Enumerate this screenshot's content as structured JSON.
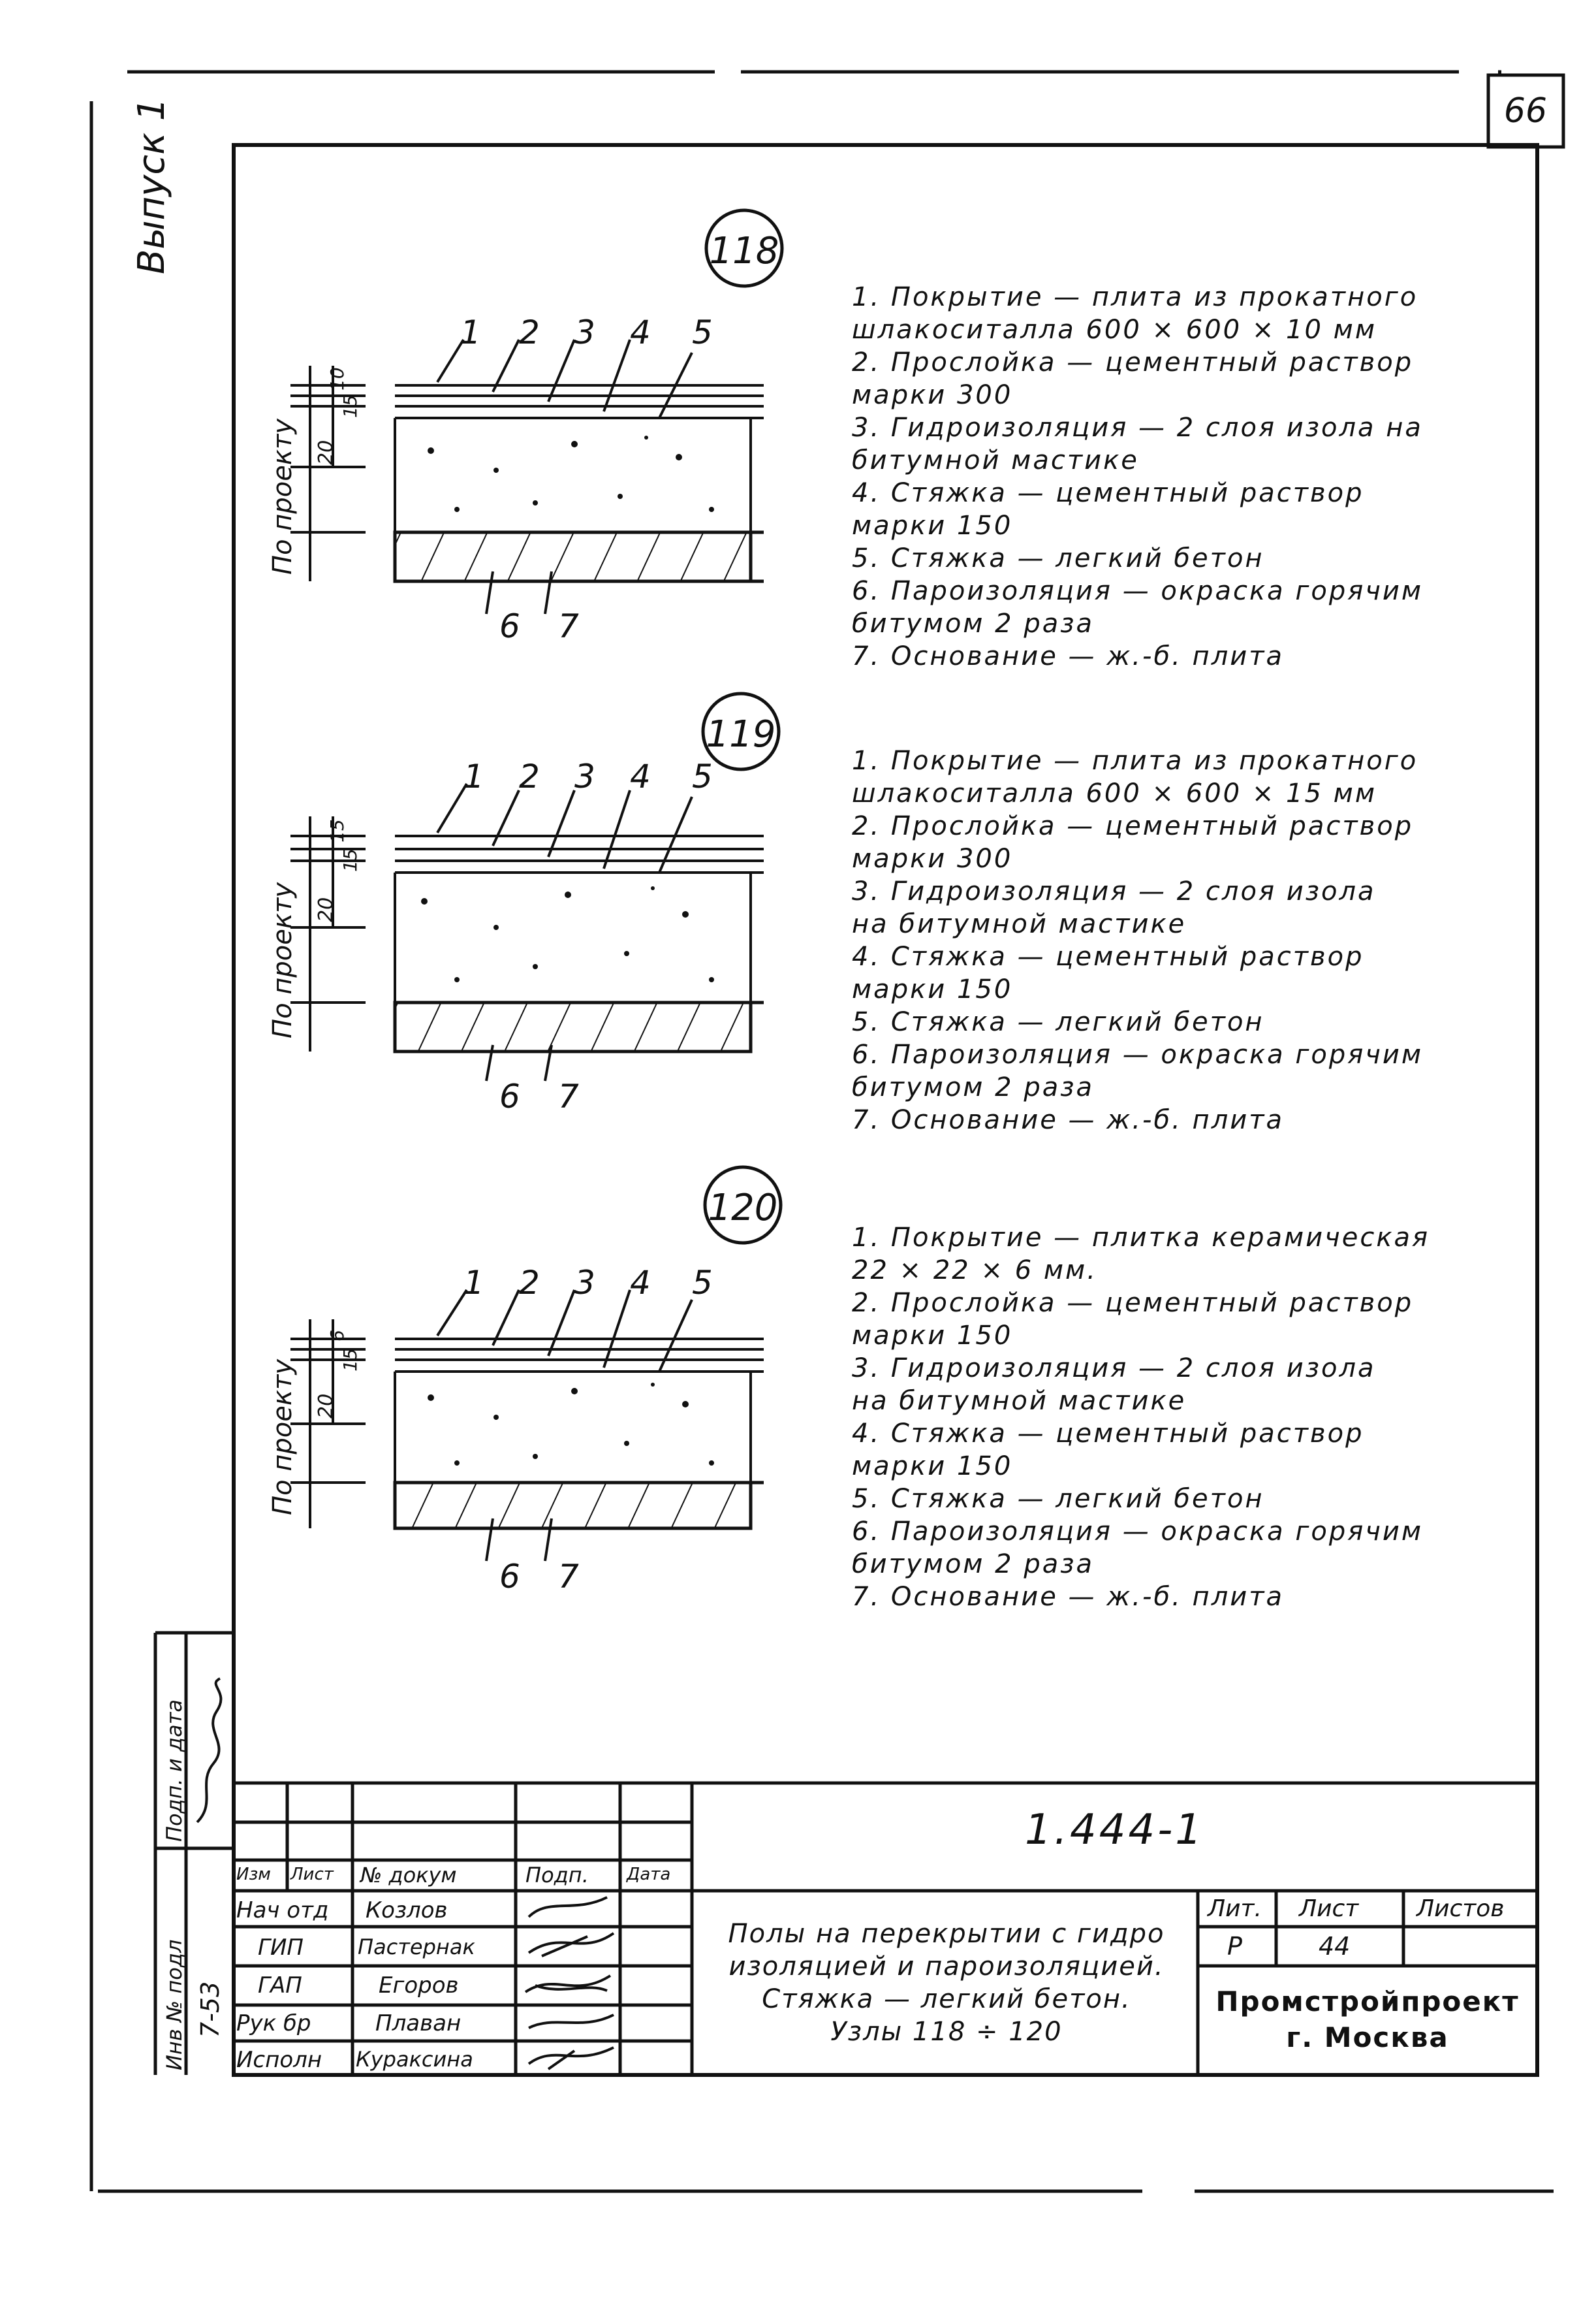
{
  "sheet": {
    "sheet_number": "66",
    "series": "Выпуск 1"
  },
  "details": [
    {
      "id": "118",
      "dims": {
        "side": "По проекту",
        "top": "10",
        "mid": "15",
        "bot": "20"
      },
      "layer_labels": [
        "1",
        "2",
        "3",
        "4",
        "5"
      ],
      "bottom_labels": [
        "6",
        "7"
      ],
      "notes": [
        "1.  Покрытие — плита из прокатного",
        "     шлакоситалла 600 × 600 × 10 мм",
        "2.  Прослойка — цементный раствор",
        "     марки 300",
        "3.  Гидроизоляция — 2 слоя изола на",
        "     битумной мастике",
        "4.  Стяжка — цементный раствор",
        "     марки 150",
        "5.  Стяжка — легкий бетон",
        "6.  Пароизоляция — окраска горячим",
        "     битумом 2 раза",
        "7.  Основание — ж.-б. плита"
      ]
    },
    {
      "id": "119",
      "dims": {
        "side": "По проекту",
        "top": "15",
        "mid": "15",
        "bot": "20"
      },
      "layer_labels": [
        "1",
        "2",
        "3",
        "4",
        "5"
      ],
      "bottom_labels": [
        "6",
        "7"
      ],
      "notes": [
        "1.  Покрытие — плита из прокатного",
        "     шлакоситалла 600 × 600 × 15 мм",
        "2.  Прослойка — цементный раствор",
        "     марки 300",
        "3.  Гидроизоляция — 2 слоя изола",
        "     на битумной мастике",
        "4.  Стяжка — цементный раствор",
        "     марки 150",
        "5.  Стяжка — легкий бетон",
        "6.  Пароизоляция — окраска горячим",
        "     битумом 2 раза",
        "7.  Основание — ж.-б. плита"
      ]
    },
    {
      "id": "120",
      "dims": {
        "side": "По проекту",
        "top": "6",
        "mid": "15",
        "bot": "20"
      },
      "layer_labels": [
        "1",
        "2",
        "3",
        "4",
        "5"
      ],
      "bottom_labels": [
        "6",
        "7"
      ],
      "notes": [
        "1.  Покрытие — плитка керамическая",
        "     22 × 22 × 6 мм.",
        "2.  Прослойка — цементный раствор",
        "     марки 150",
        "3.  Гидроизоляция — 2 слоя изола",
        "     на битумной мастике",
        "4.  Стяжка — цементный раствор",
        "     марки 150",
        "5.  Стяжка — легкий бетон",
        "6.  Пароизоляция — окраска горячим",
        "     битумом 2 раза",
        "7.  Основание — ж.-б. плита"
      ]
    }
  ],
  "side_stamp": {
    "inv_label": "Инв № подл",
    "inv_value": "7-53",
    "sign_label": "Подп. и дата"
  },
  "title_block": {
    "doc_code": "1.444-1",
    "col_headers": [
      "Изм",
      "Лист",
      "№ докум",
      "Подп.",
      "Дата"
    ],
    "roles": [
      {
        "role": "Нач отд",
        "name": "Козлов"
      },
      {
        "role": "ГИП",
        "name": "Пастернак"
      },
      {
        "role": "ГАП",
        "name": "Егоров"
      },
      {
        "role": "Рук бр",
        "name": "Плаван"
      },
      {
        "role": "Исполн",
        "name": "Кураксина"
      }
    ],
    "description": [
      "Полы на перекрытии с гидро",
      "изоляцией и пароизоляцией.",
      "Стяжка — легкий бетон.",
      "Узлы  118 ÷ 120"
    ],
    "lit_label": "Лит.",
    "sheet_label": "Лист",
    "sheets_label": "Листов",
    "lit_value": "Р",
    "sheet_value": "44",
    "sheets_value": "",
    "org_name": "Промстройпроект",
    "org_city": "г. Москва"
  }
}
